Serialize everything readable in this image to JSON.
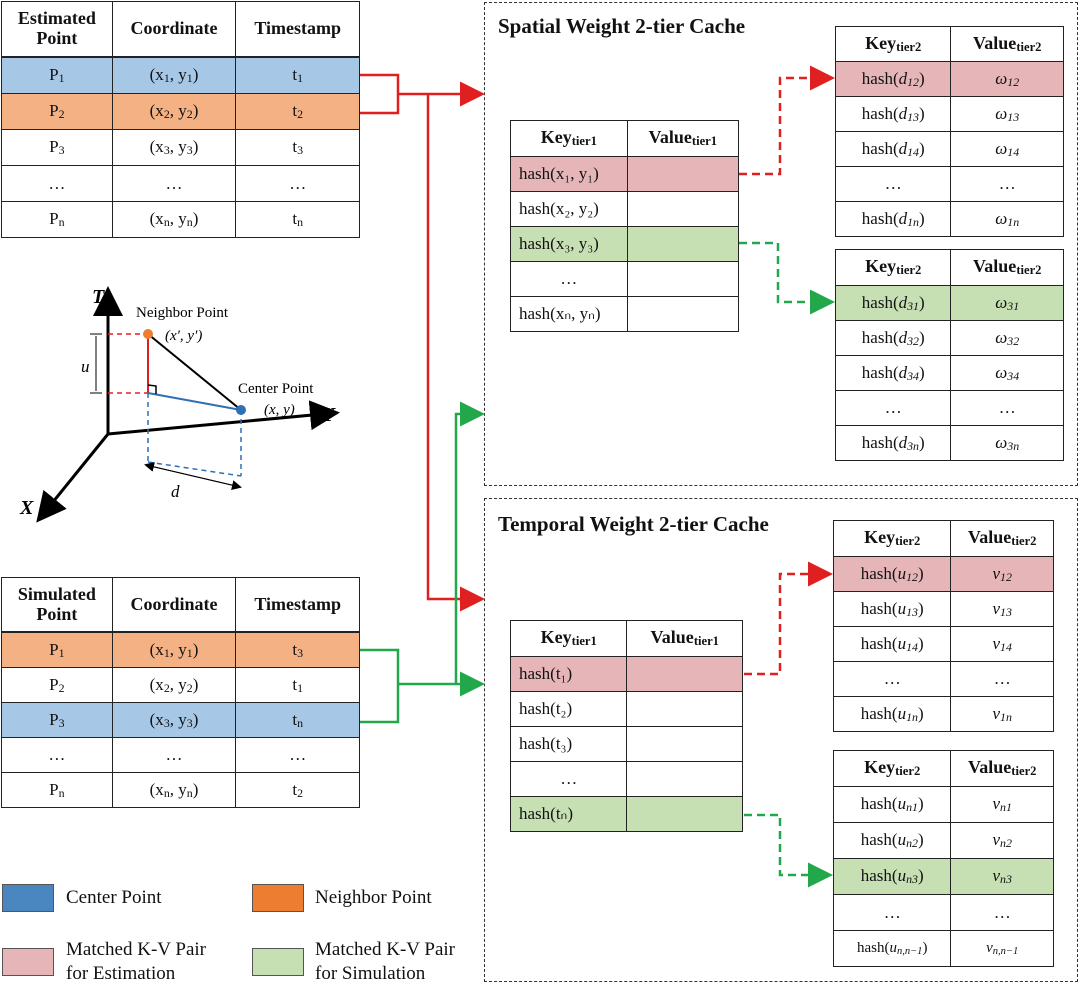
{
  "estimated_table": {
    "headers": [
      "Estimated\nPoint",
      "Coordinate",
      "Timestamp"
    ],
    "rows": [
      {
        "point": "P",
        "point_sub": "1",
        "coord": "(x",
        "c1": "1",
        "c_mid": ", y",
        "c2": "1",
        "ts": "t",
        "ts_sub": "1"
      },
      {
        "point": "P",
        "point_sub": "2",
        "coord": "(x",
        "c1": "2",
        "c_mid": ", y",
        "c2": "2",
        "ts": "t",
        "ts_sub": "2"
      },
      {
        "point": "P",
        "point_sub": "3",
        "coord": "(x",
        "c1": "3",
        "c_mid": ", y",
        "c2": "3",
        "ts": "t",
        "ts_sub": "3"
      },
      {
        "point": "…",
        "point_sub": "",
        "coord": "…",
        "c1": "",
        "c_mid": "",
        "c2": "",
        "ts": "…",
        "ts_sub": ""
      },
      {
        "point": "P",
        "point_sub": "n",
        "coord": "(x",
        "c1": "n",
        "c_mid": ", y",
        "c2": "n",
        "ts": "t",
        "ts_sub": "n"
      }
    ]
  },
  "simulated_table": {
    "headers": [
      "Simulated\nPoint",
      "Coordinate",
      "Timestamp"
    ],
    "rows": [
      {
        "point": "P",
        "point_sub": "1",
        "coord": "(x",
        "c1": "1",
        "c_mid": ", y",
        "c2": "1",
        "ts": "t",
        "ts_sub": "3"
      },
      {
        "point": "P",
        "point_sub": "2",
        "coord": "(x",
        "c1": "2",
        "c_mid": ", y",
        "c2": "2",
        "ts": "t",
        "ts_sub": "1"
      },
      {
        "point": "P",
        "point_sub": "3",
        "coord": "(x",
        "c1": "3",
        "c_mid": ", y",
        "c2": "3",
        "ts": "t",
        "ts_sub": "n"
      },
      {
        "point": "…",
        "point_sub": "",
        "coord": "…",
        "c1": "",
        "c_mid": "",
        "c2": "",
        "ts": "…",
        "ts_sub": ""
      },
      {
        "point": "P",
        "point_sub": "n",
        "coord": "(x",
        "c1": "n",
        "c_mid": ", y",
        "c2": "n",
        "ts": "t",
        "ts_sub": "2"
      }
    ]
  },
  "spatial_cache": {
    "title": "Spatial Weight 2-tier Cache",
    "tier1": {
      "key_header": "Key",
      "key_sub": "tier1",
      "val_header": "Value",
      "val_sub": "tier1",
      "keys": [
        "hash(x₁, y₁)",
        "hash(x₂, y₂)",
        "hash(x₃, y₃)",
        "…",
        "hash(xₙ, yₙ)"
      ]
    },
    "tier2_a": {
      "key_header": "Key",
      "key_sub": "tier2",
      "val_header": "Value",
      "val_sub": "tier2",
      "keys": [
        "d",
        "d",
        "d",
        "…",
        "d"
      ],
      "key_subs": [
        "12",
        "13",
        "14",
        "",
        "1n"
      ],
      "values": [
        "ω",
        "ω",
        "ω",
        "…",
        "ω"
      ],
      "value_subs": [
        "12",
        "13",
        "14",
        "",
        "1n"
      ]
    },
    "tier2_b": {
      "key_header": "Key",
      "key_sub": "tier2",
      "val_header": "Value",
      "val_sub": "tier2",
      "keys": [
        "d",
        "d",
        "d",
        "…",
        "d"
      ],
      "key_subs": [
        "31",
        "32",
        "34",
        "",
        "3n"
      ],
      "values": [
        "ω",
        "ω",
        "ω",
        "…",
        "ω"
      ],
      "value_subs": [
        "31",
        "32",
        "34",
        "",
        "3n"
      ]
    }
  },
  "temporal_cache": {
    "title": "Temporal Weight 2-tier Cache",
    "tier1": {
      "key_header": "Key",
      "key_sub": "tier1",
      "val_header": "Value",
      "val_sub": "tier1",
      "keys": [
        "hash(t₁)",
        "hash(t₂)",
        "hash(t₃)",
        "…",
        "hash(tₙ)"
      ]
    },
    "tier2_a": {
      "key_header": "Key",
      "key_sub": "tier2",
      "val_header": "Value",
      "val_sub": "tier2",
      "keys": [
        "u",
        "u",
        "u",
        "…",
        "u"
      ],
      "key_subs": [
        "12",
        "13",
        "14",
        "",
        "1n"
      ],
      "values": [
        "v",
        "v",
        "v",
        "…",
        "v"
      ],
      "value_subs": [
        "12",
        "13",
        "14",
        "",
        "1n"
      ]
    },
    "tier2_b": {
      "key_header": "Key",
      "key_sub": "tier2",
      "val_header": "Value",
      "val_sub": "tier2",
      "keys": [
        "u",
        "u",
        "u",
        "…",
        "u"
      ],
      "key_subs": [
        "n1",
        "n2",
        "n3",
        "",
        "n,n−1"
      ],
      "values": [
        "v",
        "v",
        "v",
        "…",
        "v"
      ],
      "value_subs": [
        "n1",
        "n2",
        "n3",
        "",
        "n,n−1"
      ]
    }
  },
  "axes_diagram": {
    "t_label": "T",
    "x_label": "X",
    "y_label": "Y",
    "neighbor_label": "Neighbor Point",
    "neighbor_coord": "(x′, y′)",
    "center_label": "Center Point",
    "center_coord": "(x, y)",
    "u_label": "u",
    "d_label": "d"
  },
  "legend": {
    "center_point": "Center Point",
    "neighbor_point": "Neighbor Point",
    "matched_estimation": "Matched K-V Pair\nfor Estimation",
    "matched_simulation": "Matched K-V Pair\nfor Simulation"
  },
  "colors": {
    "blue_row": "#a7c7e7",
    "orange_row": "#f4b183",
    "pink_match": "#e5b5b8",
    "green_match": "#c6e0b4",
    "legend_blue": "#4a86c0",
    "legend_orange": "#ed7d31",
    "red_arrow": "#e02020",
    "green_arrow": "#22a84a"
  }
}
